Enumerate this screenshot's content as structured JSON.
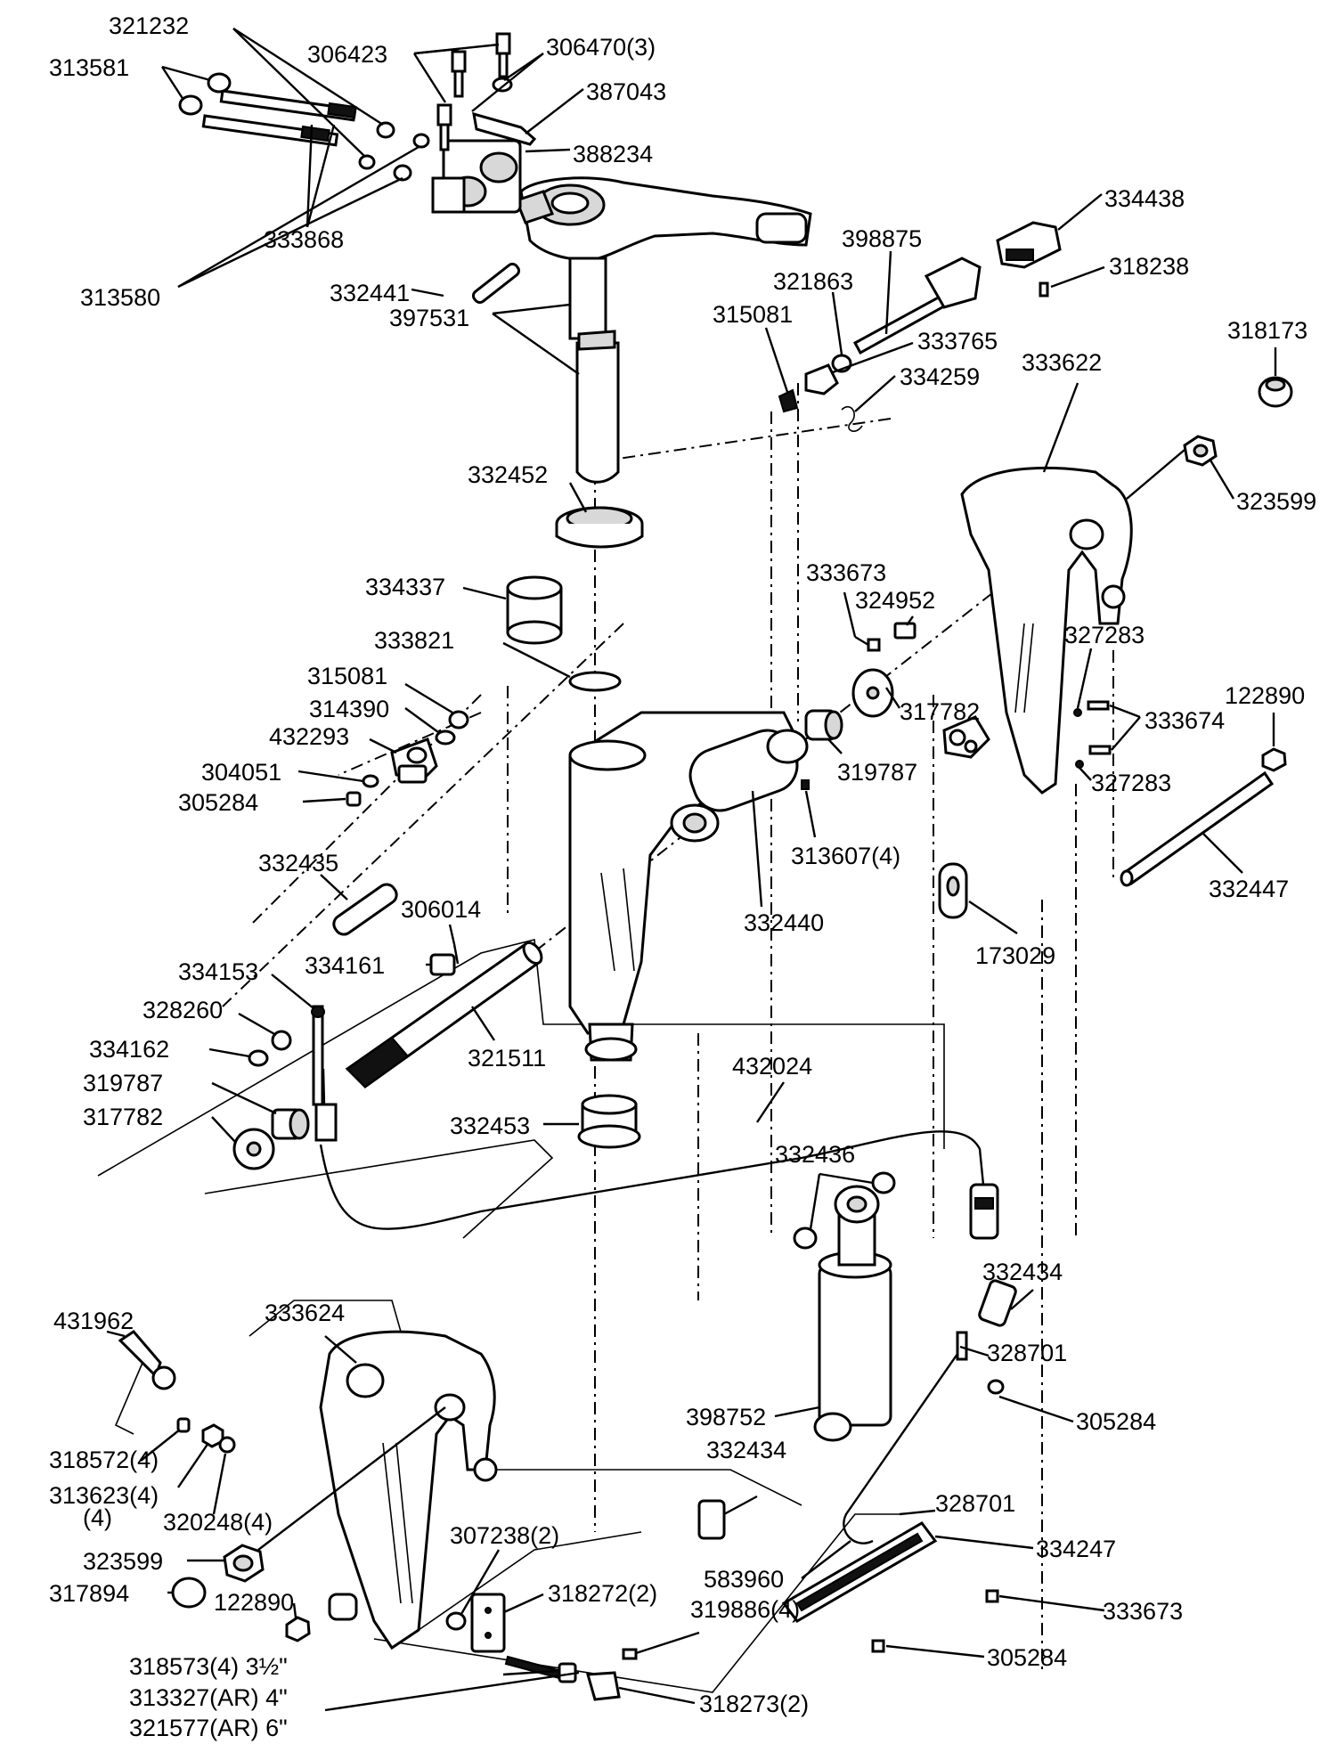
{
  "labels": [
    {
      "id": "321232",
      "text": "321232"
    },
    {
      "id": "306423",
      "text": "306423"
    },
    {
      "id": "306470",
      "text": "306470(3)"
    },
    {
      "id": "313581",
      "text": "313581"
    },
    {
      "id": "387043",
      "text": "387043"
    },
    {
      "id": "388234",
      "text": "388234"
    },
    {
      "id": "333868",
      "text": "333868"
    },
    {
      "id": "313580",
      "text": "313580"
    },
    {
      "id": "332441",
      "text": "332441"
    },
    {
      "id": "397531",
      "text": "397531"
    },
    {
      "id": "334438",
      "text": "334438"
    },
    {
      "id": "398875",
      "text": "398875"
    },
    {
      "id": "318238",
      "text": "318238"
    },
    {
      "id": "321863",
      "text": "321863"
    },
    {
      "id": "315081a",
      "text": "315081"
    },
    {
      "id": "333765",
      "text": "333765"
    },
    {
      "id": "318173",
      "text": "318173"
    },
    {
      "id": "333622",
      "text": "333622"
    },
    {
      "id": "334259",
      "text": "334259"
    },
    {
      "id": "323599a",
      "text": "323599"
    },
    {
      "id": "332452",
      "text": "332452"
    },
    {
      "id": "333673a",
      "text": "333673"
    },
    {
      "id": "324952",
      "text": "324952"
    },
    {
      "id": "334337",
      "text": "334337"
    },
    {
      "id": "333821",
      "text": "333821"
    },
    {
      "id": "327283a",
      "text": "327283"
    },
    {
      "id": "315081b",
      "text": "315081"
    },
    {
      "id": "122890a",
      "text": "122890"
    },
    {
      "id": "314390",
      "text": "314390"
    },
    {
      "id": "333674",
      "text": "333674"
    },
    {
      "id": "432293",
      "text": "432293"
    },
    {
      "id": "317782a",
      "text": "317782"
    },
    {
      "id": "304051",
      "text": "304051"
    },
    {
      "id": "319787a",
      "text": "319787"
    },
    {
      "id": "305284a",
      "text": "305284"
    },
    {
      "id": "327283b",
      "text": "327283"
    },
    {
      "id": "332435",
      "text": "332435"
    },
    {
      "id": "313607",
      "text": "313607(4)"
    },
    {
      "id": "306014",
      "text": "306014"
    },
    {
      "id": "332447",
      "text": "332447"
    },
    {
      "id": "332440",
      "text": "332440"
    },
    {
      "id": "334161",
      "text": "334161"
    },
    {
      "id": "173029",
      "text": "173029"
    },
    {
      "id": "334153",
      "text": "334153"
    },
    {
      "id": "328260",
      "text": "328260"
    },
    {
      "id": "321511",
      "text": "321511"
    },
    {
      "id": "334162",
      "text": "334162"
    },
    {
      "id": "432024",
      "text": "432024"
    },
    {
      "id": "319787b",
      "text": "319787"
    },
    {
      "id": "317782b",
      "text": "317782"
    },
    {
      "id": "332453",
      "text": "332453"
    },
    {
      "id": "332436",
      "text": "332436"
    },
    {
      "id": "332434a",
      "text": "332434"
    },
    {
      "id": "431962",
      "text": "431962"
    },
    {
      "id": "333624",
      "text": "333624"
    },
    {
      "id": "328701a",
      "text": "328701"
    },
    {
      "id": "305284b",
      "text": "305284"
    },
    {
      "id": "398752",
      "text": "398752"
    },
    {
      "id": "318572",
      "text": "318572(4)"
    },
    {
      "id": "332434b",
      "text": "332434"
    },
    {
      "id": "313623",
      "text": "313623(4)"
    },
    {
      "id": "n4",
      "text": "(4)"
    },
    {
      "id": "320248",
      "text": "320248(4)"
    },
    {
      "id": "328701b",
      "text": "328701"
    },
    {
      "id": "307238",
      "text": "307238(2)"
    },
    {
      "id": "334247",
      "text": "334247"
    },
    {
      "id": "323599b",
      "text": "323599"
    },
    {
      "id": "318272",
      "text": "318272(2)"
    },
    {
      "id": "583960",
      "text": "583960"
    },
    {
      "id": "317894",
      "text": "317894"
    },
    {
      "id": "122890b",
      "text": "122890"
    },
    {
      "id": "319886",
      "text": "319886(4)"
    },
    {
      "id": "333673b",
      "text": "333673"
    },
    {
      "id": "318573",
      "text": "318573(4) 3½\""
    },
    {
      "id": "305284c",
      "text": "305284"
    },
    {
      "id": "313327",
      "text": "313327(AR) 4\""
    },
    {
      "id": "318273",
      "text": "318273(2)"
    },
    {
      "id": "321577",
      "text": "321577(AR) 6\""
    }
  ]
}
